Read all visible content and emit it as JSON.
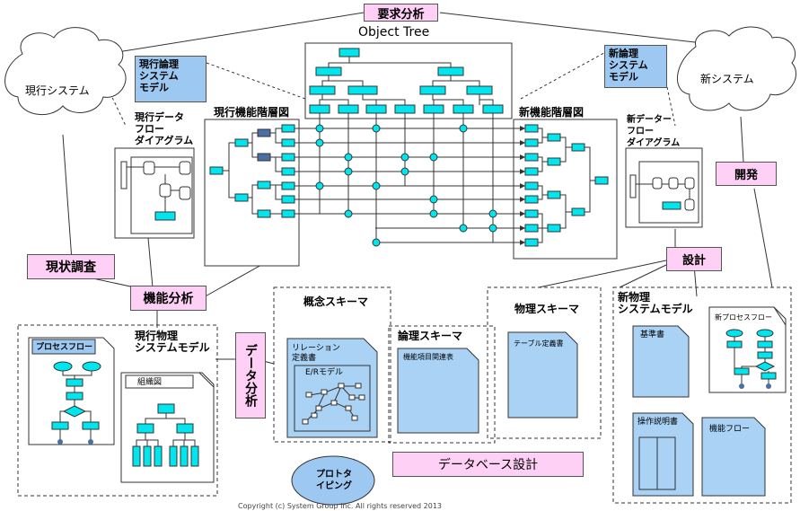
{
  "labels": {
    "requirements_analysis": "要求分析",
    "object_tree": "Object Tree",
    "current_system": "現行システム",
    "new_system": "新システム",
    "current_logical_model": "現行論理\nシステム\nモデル",
    "new_logical_model": "新論理\nシステム\nモデル",
    "current_dataflow": "現行データ\nフロー\nダイアグラム",
    "new_dataflow": "新データー\nフロー\nダイアグラム",
    "current_function_tree": "現行機能階層図",
    "new_function_tree": "新機能階層図",
    "development": "開発",
    "design": "設計",
    "current_survey": "現状調査",
    "function_analysis": "機能分析",
    "data_analysis": "データ分析",
    "db_design": "データベース設計",
    "prototyping": "プロトタ\nイピング",
    "current_physical_model": "現行物理\nシステムモデル",
    "new_physical_model": "新物理\nシステムモデル",
    "conceptual_schema": "概念スキーマ",
    "logical_schema": "論理スキーマ",
    "physical_schema": "物理スキーマ",
    "process_flow": "プロセスフロー",
    "org_chart": "組織図",
    "relation_def": "リレーション\n定義書",
    "er_model": "E/Rモデル",
    "function_item_table": "機能項目関連表",
    "table_def": "テーブル定義書",
    "new_process_flow": "新プロセスフロー",
    "basic_doc": "基準書",
    "operation_manual": "操作説明書",
    "function_flow": "機能フロー",
    "footer": "Copyright (c) System Group Inc. All rights reserved 2013"
  },
  "colors": {
    "pink": "#ffd0f5",
    "blue_label": "#9cc8f2",
    "cyan": "#00e5ee",
    "cyan_dark": "#00b7c3",
    "navy_box": "#4a6fa5",
    "doc_fill": "#a9d2f5"
  }
}
